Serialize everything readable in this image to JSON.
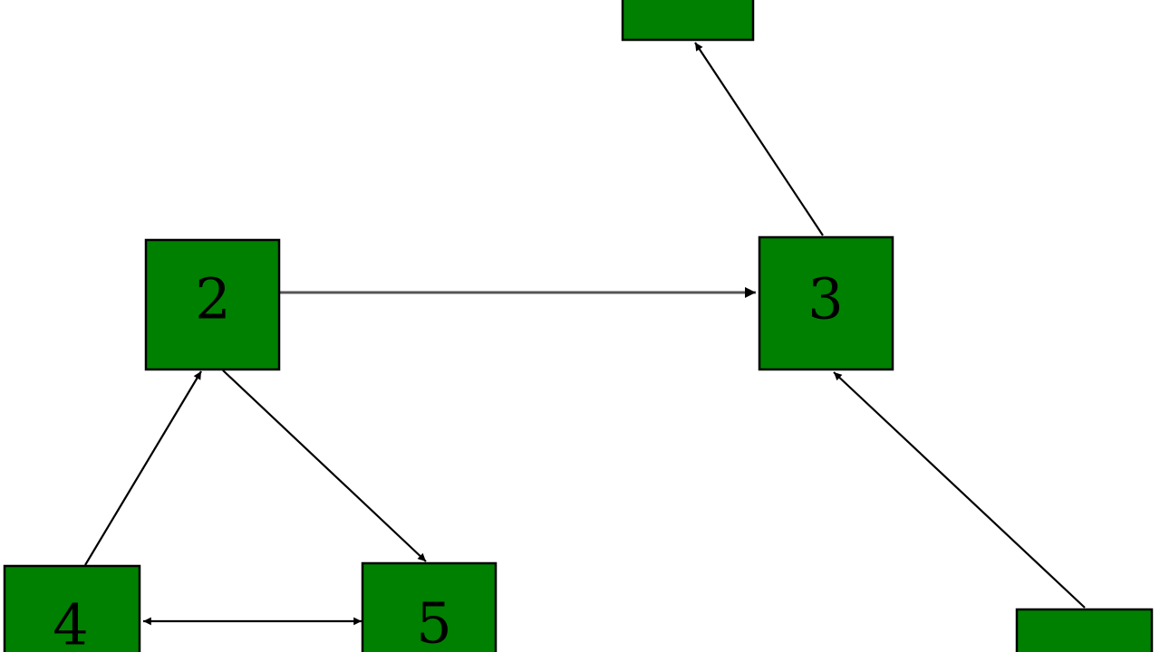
{
  "diagram": {
    "node_fill": "#008000",
    "node_border": "#000000",
    "edge_color": "#000000",
    "nodes": [
      {
        "id": "n1",
        "label": ""
      },
      {
        "id": "n2",
        "label": "2"
      },
      {
        "id": "n3",
        "label": "3"
      },
      {
        "id": "n4",
        "label": "4"
      },
      {
        "id": "n5",
        "label": "5"
      },
      {
        "id": "n6",
        "label": ""
      }
    ],
    "edges": [
      {
        "from": "2",
        "to": "3",
        "direction": "forward"
      },
      {
        "from": "3",
        "to": "top",
        "direction": "forward"
      },
      {
        "from": "2",
        "to": "5",
        "direction": "forward"
      },
      {
        "from": "4",
        "to": "2",
        "direction": "forward"
      },
      {
        "from": "4",
        "to": "5",
        "direction": "both"
      },
      {
        "from": "bottom-right",
        "to": "3",
        "direction": "forward"
      }
    ]
  }
}
